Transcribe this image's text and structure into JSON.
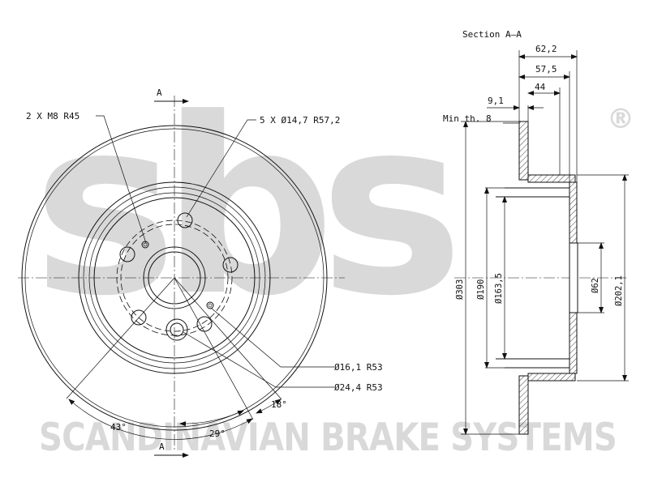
{
  "watermark": {
    "logo_text": "sbs",
    "registered_mark": "®",
    "company_text": "SCANDINAVIAN BRAKE SYSTEMS",
    "color": "#d9d9d9"
  },
  "front_view": {
    "section_marker_top": "A",
    "section_marker_bottom": "A",
    "labels": {
      "threaded_holes": "2 X M8 R45",
      "bolt_holes": "5 X Ø14,7 R57,2",
      "hole_small": "Ø16,1 R53",
      "hole_large": "Ø24,4 R53",
      "angle_43": "43°",
      "angle_29": "29°",
      "angle_18": "18°"
    }
  },
  "section_view": {
    "title": "Section A–A",
    "dims_top": {
      "d62_2": "62,2",
      "d57_5": "57,5",
      "d44": "44",
      "d9_1": "9,1"
    },
    "min_thickness": "Min th. 8",
    "diameters": {
      "d303": "Ø303",
      "d190": "Ø190",
      "d163_5": "Ø163,5",
      "d62": "Ø62",
      "d202_1": "Ø202,1"
    }
  }
}
